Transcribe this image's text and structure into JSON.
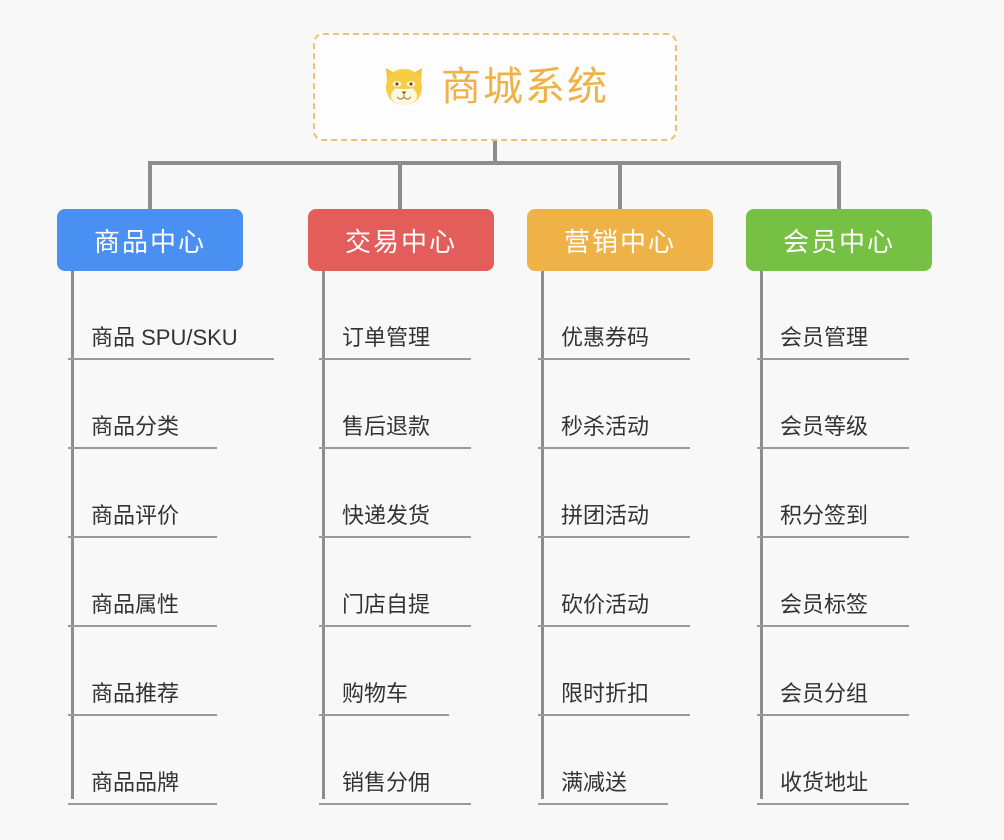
{
  "page": {
    "background_color": "#f8f8f8",
    "type": "mindmap"
  },
  "root": {
    "title": "商城系统",
    "icon": "shiba-dog-face-emoji",
    "text_color": "#eeb246",
    "border_color": "#f0c070",
    "border_style": "dashed"
  },
  "branches": [
    {
      "label": "商品中心",
      "color": "#4a90f2",
      "items": [
        "商品 SPU/SKU",
        "商品分类",
        "商品评价",
        "商品属性",
        "商品推荐",
        "商品品牌"
      ]
    },
    {
      "label": "交易中心",
      "color": "#e35d5b",
      "items": [
        "订单管理",
        "售后退款",
        "快递发货",
        "门店自提",
        "购物车",
        "销售分佣"
      ]
    },
    {
      "label": "营销中心",
      "color": "#eeb246",
      "items": [
        "优惠券码",
        "秒杀活动",
        "拼团活动",
        "砍价活动",
        "限时折扣",
        "满减送"
      ]
    },
    {
      "label": "会员中心",
      "color": "#76c043",
      "items": [
        "会员管理",
        "会员等级",
        "积分签到",
        "会员标签",
        "会员分组",
        "收货地址"
      ]
    }
  ],
  "connector": {
    "color": "#8d8d8d"
  }
}
